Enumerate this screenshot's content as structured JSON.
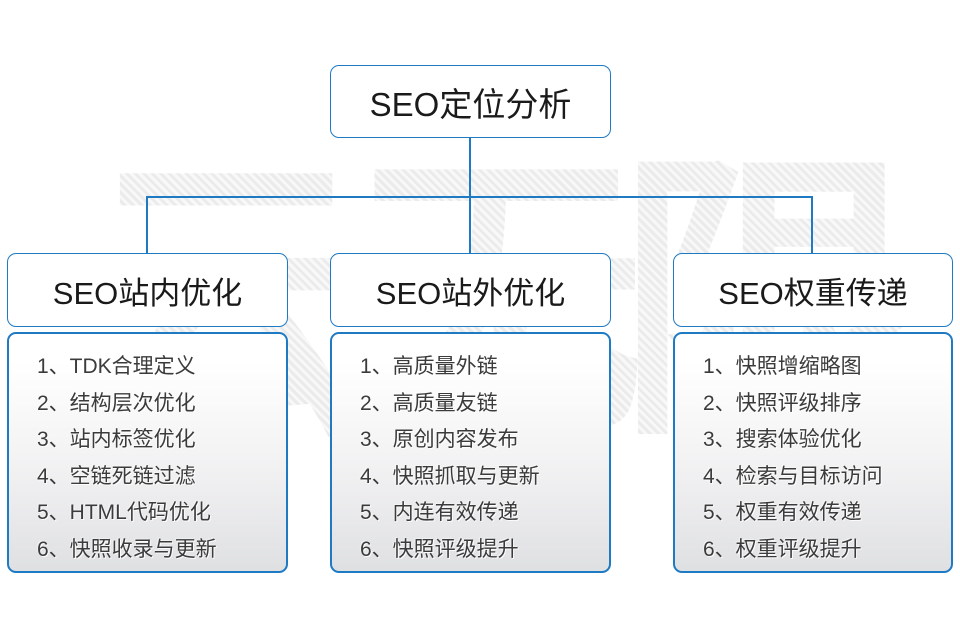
{
  "watermark": "云无限",
  "root": {
    "title": "SEO定位分析"
  },
  "columns": [
    {
      "title": "SEO站内优化",
      "items": [
        "1、TDK合理定义",
        "2、结构层次优化",
        "3、站内标签优化",
        "4、空链死链过滤",
        "5、HTML代码优化",
        "6、快照收录与更新"
      ]
    },
    {
      "title": "SEO站外优化",
      "items": [
        "1、高质量外链",
        "2、高质量友链",
        "3、原创内容发布",
        "4、快照抓取与更新",
        "5、内连有效传递",
        "6、快照评级提升"
      ]
    },
    {
      "title": "SEO权重传递",
      "items": [
        "1、快照增缩略图",
        "2、快照评级排序",
        "3、搜索体验优化",
        "4、检索与目标访问",
        "5、权重有效传递",
        "6、权重评级提升"
      ]
    }
  ],
  "colors": {
    "line": "#1f7ac4",
    "header_text": "#1a1a1a",
    "item_text": "#3b3b3b"
  }
}
